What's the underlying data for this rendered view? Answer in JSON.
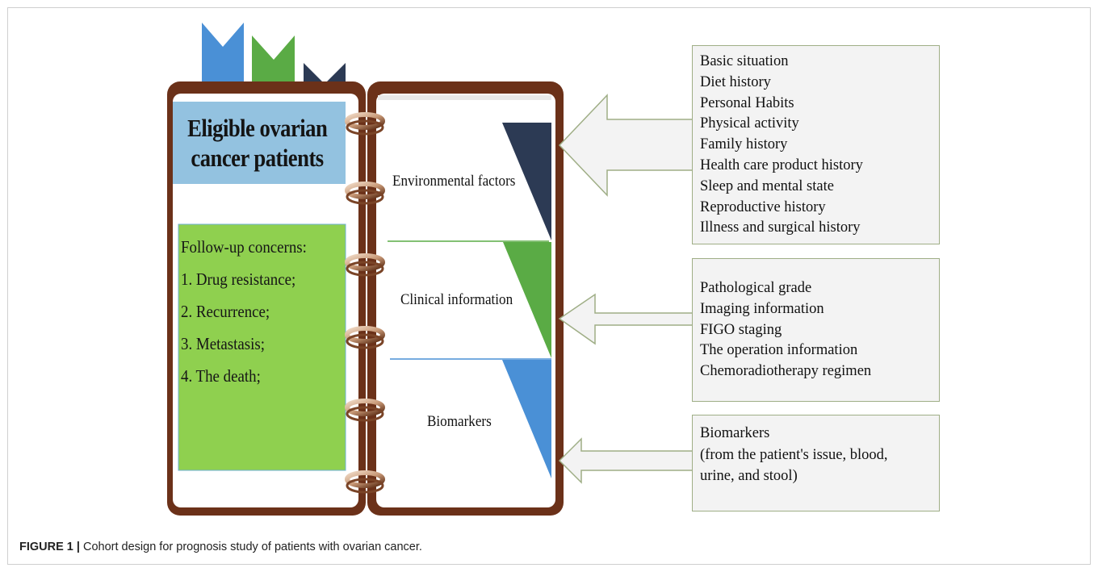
{
  "title_lines": [
    "Eligible ovarian",
    "cancer patients"
  ],
  "followup": {
    "heading": "Follow-up concerns:",
    "items": [
      "1. Drug resistance;",
      "2. Recurrence;",
      "3. Metastasis;",
      "4. The death;"
    ]
  },
  "sections": [
    "Environmental factors",
    "Clinical information",
    "Biomarkers"
  ],
  "boxes": {
    "environmental": [
      "Basic situation",
      "Diet history",
      "Personal Habits",
      "Physical activity",
      "Family history",
      "Health care product history",
      "Sleep and mental state",
      "Reproductive history",
      "Illness and surgical history"
    ],
    "clinical": [
      "Pathological grade",
      "Imaging information",
      "FIGO staging",
      "The operation information",
      "Chemoradiotherapy regimen"
    ],
    "biomarkers": [
      "Biomarkers",
      "(from the patient's issue, blood,",
      "urine, and stool)"
    ]
  },
  "caption": {
    "label": "FIGURE 1 |",
    "text": " Cohort design for prognosis study of patients with ovarian cancer."
  },
  "colors": {
    "notebook_brown": "#6b3119",
    "title_blue": "#93c2e0",
    "followup_green": "#8fd04f",
    "tab_blue": "#4a90d6",
    "tab_green": "#5aab45",
    "tab_navy": "#2c3a54",
    "box_border": "#9fae86",
    "box_fill": "#f3f3f3"
  }
}
